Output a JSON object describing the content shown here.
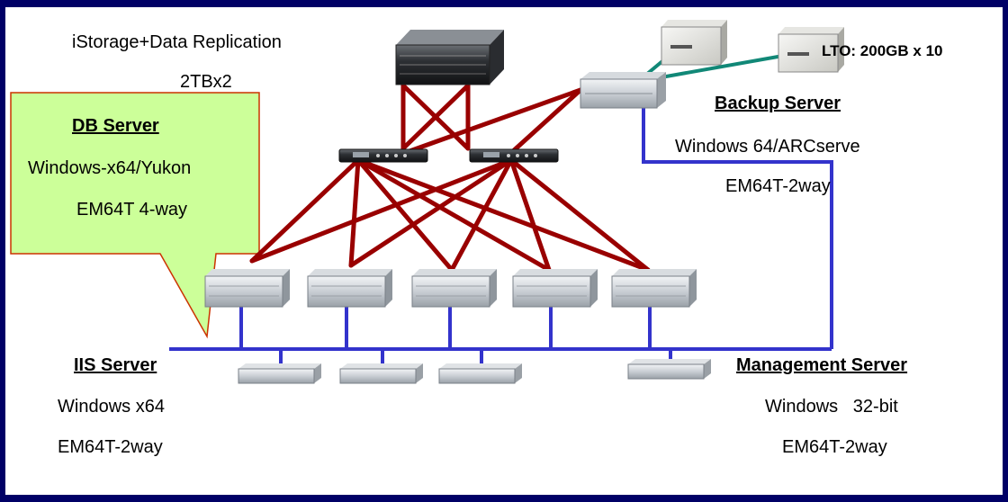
{
  "storage": {
    "title": "iStorage+Data Replication",
    "capacity": "2TBx2"
  },
  "tape": {
    "label": "LTO: 200GB x 10"
  },
  "backup_server": {
    "title": "Backup Server",
    "os": "Windows 64/ARCserve",
    "cpu": "EM64T-2way"
  },
  "db_server": {
    "title": "DB Server",
    "os": "Windows-x64/Yukon",
    "cpu": "EM64T 4-way"
  },
  "iis_server": {
    "title": "IIS Server",
    "os": "Windows x64",
    "cpu": "EM64T-2way"
  },
  "management_server": {
    "title": "Management Server",
    "os": "Windows   32-bit",
    "cpu": "EM64T-2way"
  },
  "colors": {
    "frame": "#000066",
    "fc_link": "#990000",
    "lan_link": "#3333cc",
    "tape_link": "#118877",
    "callout_fill": "#ccff99",
    "callout_border": "#cc3300"
  },
  "icons": {
    "storage": "storage-array-icon",
    "switch": "fc-switch-icon",
    "db_node": "rack-server-4u-icon",
    "iis_node": "rack-server-1u-icon",
    "tape": "tape-drive-icon"
  }
}
